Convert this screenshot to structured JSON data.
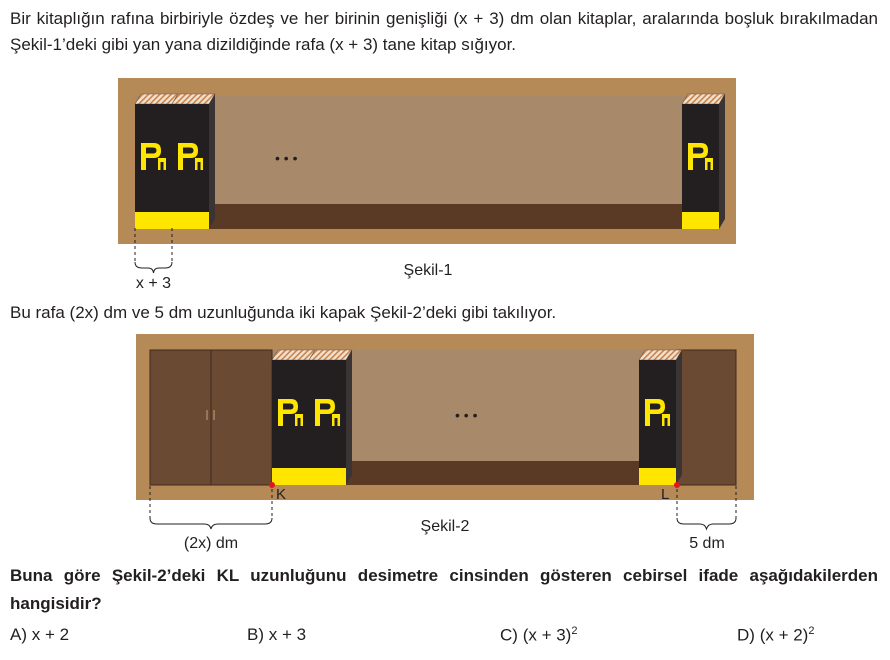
{
  "intro_text": "Bir kitaplığın rafına birbiriyle özdeş ve her birinin genişliği (x + 3) dm olan kitaplar, aralarında boşluk bırakılmadan Şekil-1’deki gibi yan yana dizildiğinde rafa (x + 3) tane kitap sığıyor.",
  "second_text": "Bu rafa (2x) dm ve 5 dm uzunluğunda iki kapak Şekil-2’deki gibi takılıyor.",
  "question_text": "Buna göre Şekil-2’deki KL uzunluğunu desimetre cinsinden gösteren cebirsel ifade aşağıdakilerden hangisidir?",
  "figure1": {
    "caption": "Şekil-1",
    "book_width_label": "x + 3",
    "ellipsis": "• • •",
    "book_logo": "P"
  },
  "figure2": {
    "caption": "Şekil-2",
    "left_door_label": "(2x) dm",
    "right_door_label": "5 dm",
    "point_k": "K",
    "point_l": "L",
    "ellipsis": "• • •",
    "book_logo": "P"
  },
  "options": [
    {
      "letter": "A)",
      "text": "x + 2",
      "sup": ""
    },
    {
      "letter": "B)",
      "text": "x + 3",
      "sup": ""
    },
    {
      "letter": "C)",
      "text": "(x + 3)",
      "sup": "2"
    },
    {
      "letter": "D)",
      "text": "(x + 2)",
      "sup": "2"
    }
  ],
  "colors": {
    "shelf_frame": "#b68a57",
    "shelf_interior": "#a88a6a",
    "shelf_floor": "#5a3a25",
    "door": "#6a4a32",
    "book_body": "#231f20",
    "book_accent": "#ffe600",
    "point_marker": "#e8141b"
  }
}
